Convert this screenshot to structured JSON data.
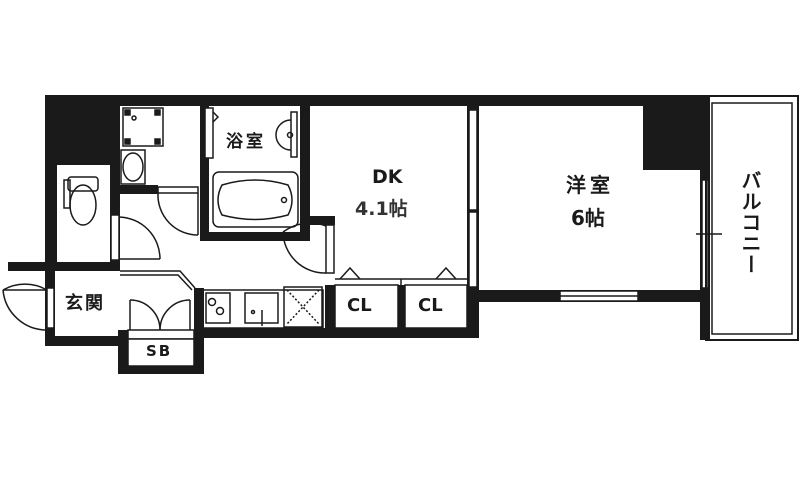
{
  "floor_plan": {
    "type": "1DK",
    "rooms": {
      "bath": {
        "label": "浴室"
      },
      "dk": {
        "label": "DK",
        "size": "4.1帖"
      },
      "western": {
        "label": "洋室",
        "size": "6帖"
      },
      "balcony": {
        "label": "バルコニー"
      },
      "entrance": {
        "label": "玄関"
      },
      "shoe_box": {
        "label": "SB"
      },
      "closet_1": {
        "label": "CL"
      },
      "closet_2": {
        "label": "CL"
      }
    },
    "fixtures": [
      "toilet",
      "washing-machine-pan",
      "washbasin",
      "bathtub",
      "stove",
      "sink",
      "refrigerator-space"
    ],
    "colors": {
      "wall": "#1a1a1a",
      "line": "#1a1a1a",
      "background": "#ffffff"
    }
  }
}
